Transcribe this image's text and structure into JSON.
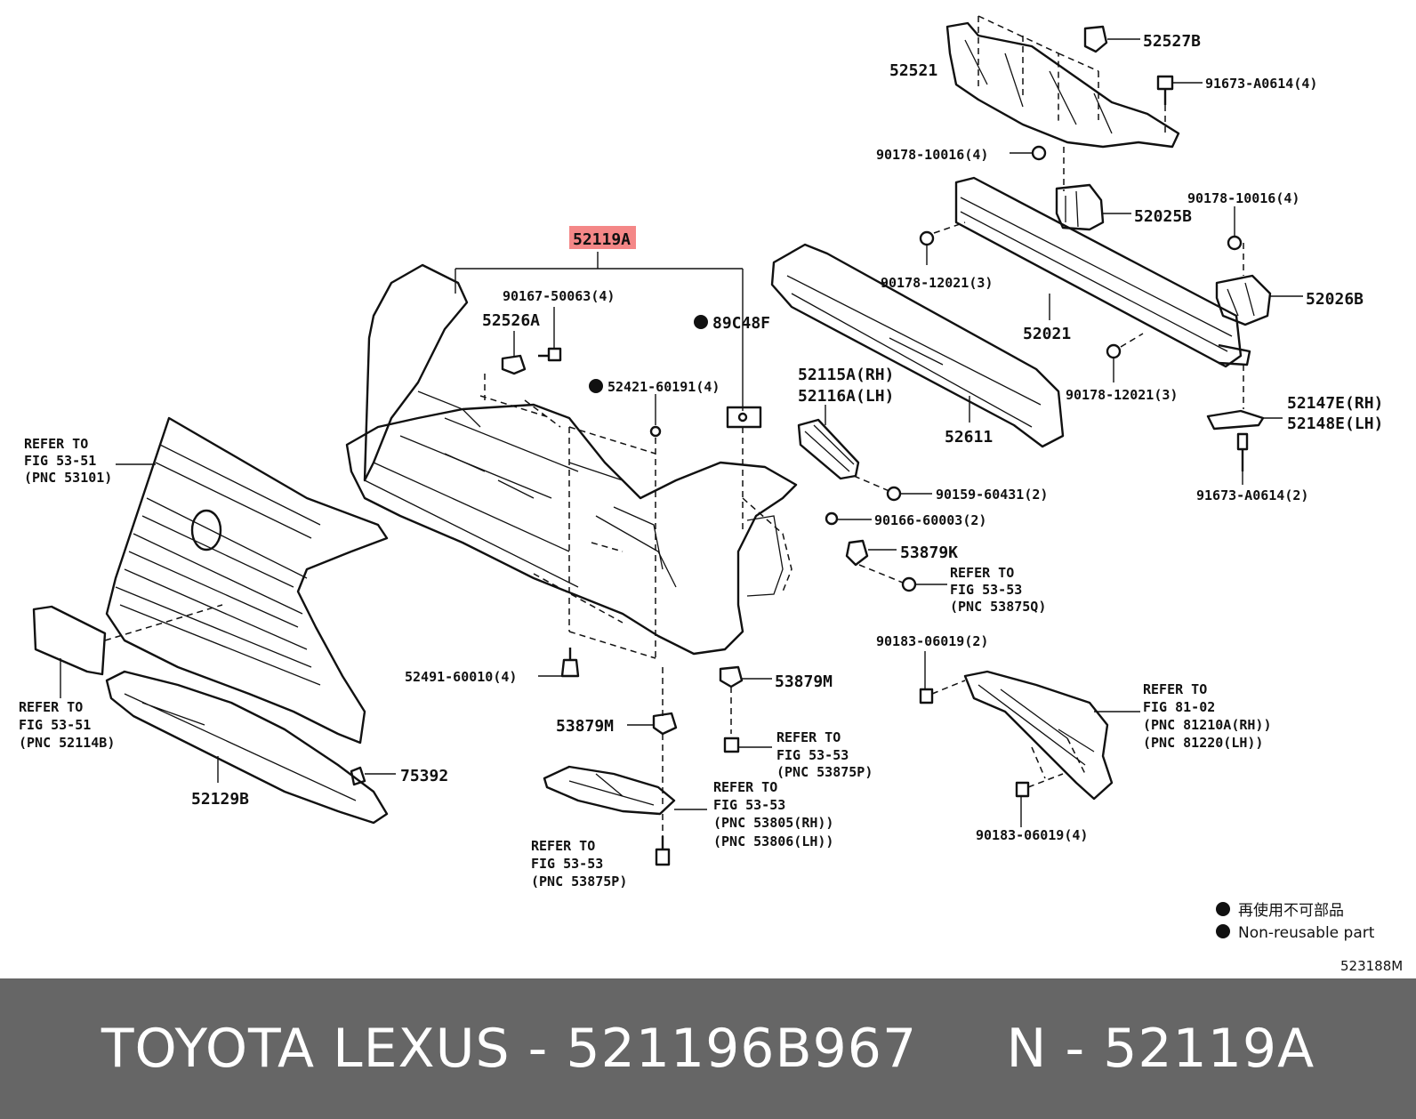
{
  "diagram": {
    "highlight_color": "#f48787",
    "labels": [
      {
        "id": "52119A",
        "text": "52119A",
        "highlight": true
      },
      {
        "id": "52527B",
        "text": "52527B"
      },
      {
        "id": "52521",
        "text": "52521"
      },
      {
        "id": "91673A0614-4",
        "text": "91673-A0614(4)"
      },
      {
        "id": "90178-10016-4a",
        "text": "90178-10016(4)"
      },
      {
        "id": "52025B",
        "text": "52025B"
      },
      {
        "id": "90178-10016-4b",
        "text": "90178-10016(4)"
      },
      {
        "id": "90178-12021-3a",
        "text": "90178-12021(3)"
      },
      {
        "id": "52026B",
        "text": "52026B"
      },
      {
        "id": "52021",
        "text": "52021"
      },
      {
        "id": "90178-12021-3b",
        "text": "90178-12021(3)"
      },
      {
        "id": "90167-50063",
        "text": "90167-50063(4)"
      },
      {
        "id": "52526A",
        "text": "52526A"
      },
      {
        "id": "89C48F",
        "text": "89C48F"
      },
      {
        "id": "52421",
        "text": "52421-60191(4)"
      },
      {
        "id": "52115A",
        "text": "52115A(RH)"
      },
      {
        "id": "52116A",
        "text": "52116A(LH)"
      },
      {
        "id": "52611",
        "text": "52611"
      },
      {
        "id": "52147E",
        "text": "52147E(RH)"
      },
      {
        "id": "52148E",
        "text": "52148E(LH)"
      },
      {
        "id": "91673A0614-2",
        "text": "91673-A0614(2)"
      },
      {
        "id": "90159",
        "text": "90159-60431(2)"
      },
      {
        "id": "90166",
        "text": "90166-60003(2)"
      },
      {
        "id": "53879K",
        "text": "53879K"
      },
      {
        "id": "ref5353a-1",
        "text": "REFER TO"
      },
      {
        "id": "ref5353a-2",
        "text": "FIG 53-53"
      },
      {
        "id": "ref5353a-3",
        "text": "(PNC 53875Q)"
      },
      {
        "id": "ref5351a-1",
        "text": "REFER TO"
      },
      {
        "id": "ref5351a-2",
        "text": "FIG 53-51"
      },
      {
        "id": "ref5351a-3",
        "text": "(PNC 53101)"
      },
      {
        "id": "90183-2",
        "text": "90183-06019(2)"
      },
      {
        "id": "ref8102-1",
        "text": "REFER TO"
      },
      {
        "id": "ref8102-2",
        "text": "FIG 81-02"
      },
      {
        "id": "ref8102-3",
        "text": "(PNC 81210A(RH))"
      },
      {
        "id": "ref8102-4",
        "text": "(PNC 81220(LH))"
      },
      {
        "id": "52491",
        "text": "52491-60010(4)"
      },
      {
        "id": "53879M-a",
        "text": "53879M"
      },
      {
        "id": "53879M-b",
        "text": "53879M"
      },
      {
        "id": "ref5351b-1",
        "text": "REFER TO"
      },
      {
        "id": "ref5351b-2",
        "text": "FIG 53-51"
      },
      {
        "id": "ref5351b-3",
        "text": "(PNC 52114B)"
      },
      {
        "id": "ref5353b-1",
        "text": "REFER TO"
      },
      {
        "id": "ref5353b-2",
        "text": "FIG 53-53"
      },
      {
        "id": "ref5353b-3",
        "text": "(PNC 53875P)"
      },
      {
        "id": "75392",
        "text": "75392"
      },
      {
        "id": "ref5353c-1",
        "text": "REFER TO"
      },
      {
        "id": "ref5353c-2",
        "text": "FIG 53-53"
      },
      {
        "id": "ref5353c-3",
        "text": "(PNC 53805(RH))"
      },
      {
        "id": "ref5353c-4",
        "text": "(PNC 53806(LH))"
      },
      {
        "id": "52129B",
        "text": "52129B"
      },
      {
        "id": "90183-4",
        "text": "90183-06019(4)"
      },
      {
        "id": "ref5353d-1",
        "text": "REFER TO"
      },
      {
        "id": "ref5353d-2",
        "text": "FIG 53-53"
      },
      {
        "id": "ref5353d-3",
        "text": "(PNC 53875P)"
      }
    ],
    "legend": [
      {
        "id": "jp",
        "text": "再使用不可部品"
      },
      {
        "id": "en",
        "text": "Non-reusable part"
      }
    ],
    "figure_code": "523188M"
  },
  "footer": {
    "brand": "TOYOTA LEXUS",
    "part_number": "521196B967",
    "ref_prefix": "N",
    "ref_code": "52119A"
  }
}
